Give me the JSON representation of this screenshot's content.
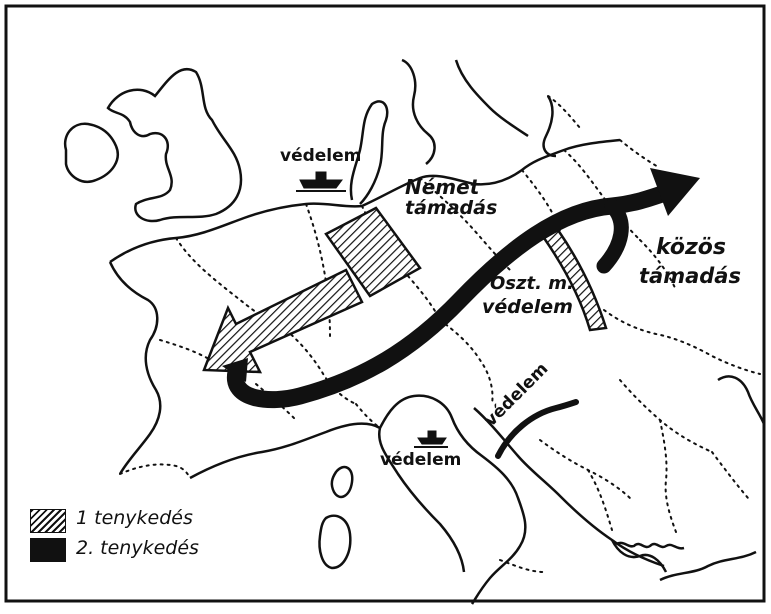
{
  "labels": {
    "defense_north": "védelem",
    "german_attack_line1": "Német",
    "german_attack_line2": "támadás",
    "joint_attack_line1": "közös",
    "joint_attack_line2": "támadás",
    "austro_defense_line1": "Oszt. m.",
    "austro_defense_line2": "védelem",
    "defense_east": "védelem",
    "defense_italy": "védelem"
  },
  "legend": {
    "items": [
      {
        "label": "1 tenykedés",
        "pattern": "hatched"
      },
      {
        "label": "2. tenykedés",
        "pattern": "solid"
      }
    ]
  },
  "colors": {
    "ink": "#111111",
    "paper": "#ffffff"
  }
}
